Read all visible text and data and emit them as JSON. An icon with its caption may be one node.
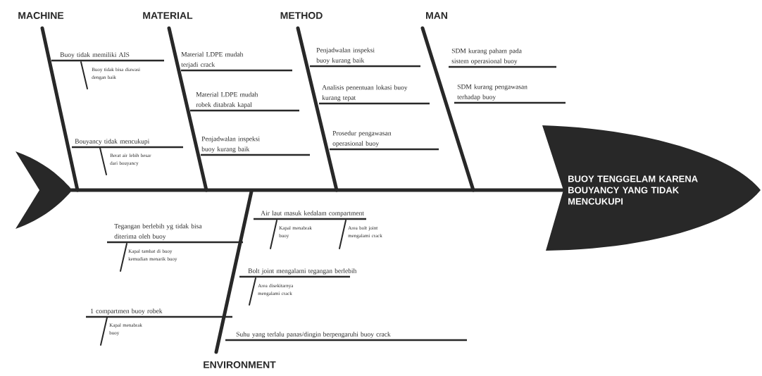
{
  "diagram": {
    "nodes": [
      {
        "text": [
          "BUOY TENGGELAM KARENA BOUYANCY YANG TIDAK MENCUKUPI"
        ]
      }
    ],
    "labels": [
      "MACHINE",
      "MATERIAL",
      "METHOD",
      "MAN",
      "Buoy tidak memiliki AIS",
      "Buoy tidak bisa diawasi dengan baik",
      "Bouyancy tidak mencukupi",
      "Berat air lebih besar dari bouyancy",
      "Material LDPE mudah terjadi crack",
      "Material LDPE mudah robek ditabrak kapal",
      "Penjadwalan inspeksi buoy kurang baik",
      "Penjadwalan inspeksi buoy kurang baik",
      "Analisis penentuan lokasi buoy kurang tepat",
      "Prosedur pengawasan operasional buoy",
      "SDM kurang paham pada sistem operasional buoy",
      "SDM kurang pengawasan terhadap buoy",
      "Tegangan berlebih yg tidak bisa diterima oleh buoy",
      "Kapal tambat di buoy kemudian menarik buoy",
      "1 compartmen buoy robek",
      "Kapal menabrak buoy",
      "Air laut masuk kedalam compartment",
      "Kapal menabrak buoy",
      "Area bolt joint mengalami crack",
      "Bolt joint mengalami tegangan berlebih",
      "Area disekitarnya mengalami crack",
      "Suhu yang terlalu panas/dingin berpengaruhi buoy crack",
      "ENVIRONMENT"
    ]
  }
}
